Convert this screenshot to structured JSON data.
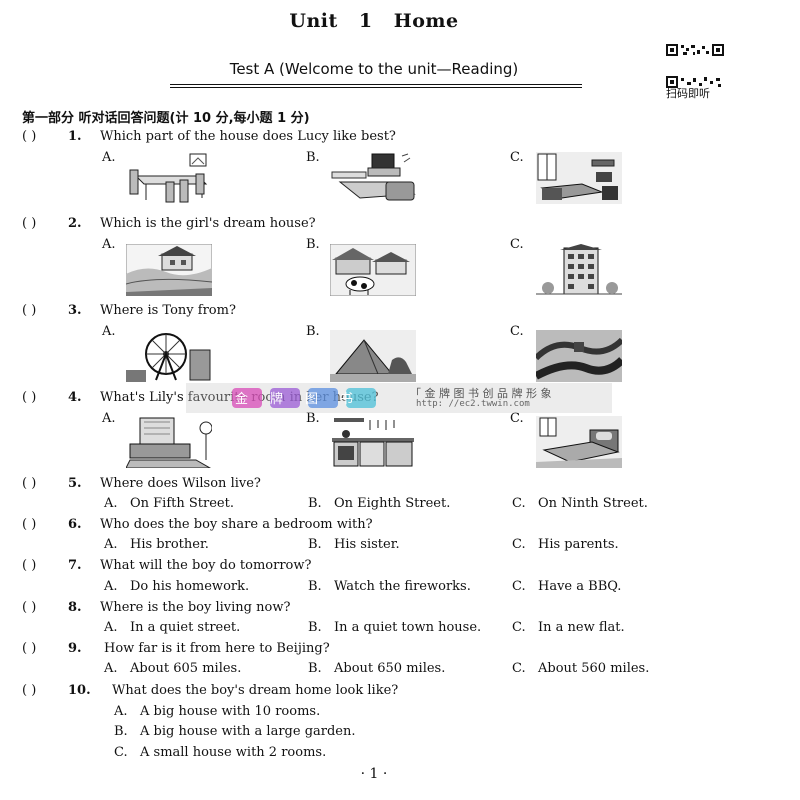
{
  "header": {
    "unit_title": "Unit 1    Home",
    "test_title": "Test A (Welcome to the unit—Reading)",
    "qr_caption": "扫码即听"
  },
  "section": {
    "heading": "第一部分   听对话回答问题(计 10 分,每小题 1 分)"
  },
  "bracket_label": "(        )",
  "questions": [
    {
      "num": "1.",
      "text": "Which part of the house does Lucy like best?",
      "options": [
        {
          "letter": "A.",
          "picture": "dining-room-picture"
        },
        {
          "letter": "B.",
          "picture": "living-room-picture"
        },
        {
          "letter": "C.",
          "picture": "bedroom-picture"
        }
      ]
    },
    {
      "num": "2.",
      "text": "Which is the girl's dream house?",
      "options": [
        {
          "letter": "A.",
          "picture": "countryside-house-picture"
        },
        {
          "letter": "B.",
          "picture": "farmhouse-with-cow-picture"
        },
        {
          "letter": "C.",
          "picture": "apartment-building-picture"
        }
      ]
    },
    {
      "num": "3.",
      "text": "Where is Tony from?",
      "options": [
        {
          "letter": "A.",
          "picture": "london-eye-picture"
        },
        {
          "letter": "B.",
          "picture": "pyramid-sphinx-picture"
        },
        {
          "letter": "C.",
          "picture": "great-wall-picture"
        }
      ]
    },
    {
      "num": "4.",
      "text": "What's Lily's favourite room in her house?",
      "options": [
        {
          "letter": "A.",
          "picture": "living-room-sofa-picture"
        },
        {
          "letter": "B.",
          "picture": "kitchen-picture"
        },
        {
          "letter": "C.",
          "picture": "bedroom-bed-picture"
        }
      ]
    },
    {
      "num": "5.",
      "text": "Where does Wilson live?",
      "options": [
        {
          "letter": "A.",
          "text": "On Fifth Street."
        },
        {
          "letter": "B.",
          "text": "On Eighth Street."
        },
        {
          "letter": "C.",
          "text": "On Ninth Street."
        }
      ]
    },
    {
      "num": "6.",
      "text": "Who does the boy share a bedroom with?",
      "options": [
        {
          "letter": "A.",
          "text": "His brother."
        },
        {
          "letter": "B.",
          "text": "His sister."
        },
        {
          "letter": "C.",
          "text": "His parents."
        }
      ]
    },
    {
      "num": "7.",
      "text": "What will the boy do tomorrow?",
      "options": [
        {
          "letter": "A.",
          "text": "Do his homework."
        },
        {
          "letter": "B.",
          "text": "Watch the fireworks."
        },
        {
          "letter": "C.",
          "text": "Have a BBQ."
        }
      ]
    },
    {
      "num": "8.",
      "text": "Where is the boy living now?",
      "options": [
        {
          "letter": "A.",
          "text": "In a quiet street."
        },
        {
          "letter": "B.",
          "text": "In a quiet town house."
        },
        {
          "letter": "C.",
          "text": "In a new flat."
        }
      ]
    },
    {
      "num": "9.",
      "text": "How far is it from here to Beijing?",
      "options": [
        {
          "letter": "A.",
          "text": "About 605 miles."
        },
        {
          "letter": "B.",
          "text": "About 650 miles."
        },
        {
          "letter": "C.",
          "text": "About 560 miles."
        }
      ]
    },
    {
      "num": "10.",
      "text": "What does the boy's dream home look like?",
      "options": [
        {
          "letter": "A.",
          "text": "A big house with 10 rooms."
        },
        {
          "letter": "B.",
          "text": "A big house with a large garden."
        },
        {
          "letter": "C.",
          "text": "A small house with 2 rooms."
        }
      ]
    }
  ],
  "watermark": {
    "logo_text": "金牌图书",
    "line1": "「 金 牌 图 书 创 品 牌 形 象",
    "line2": "http: //ec2.twwin.com"
  },
  "footer": {
    "page_number": "· 1 ·"
  }
}
